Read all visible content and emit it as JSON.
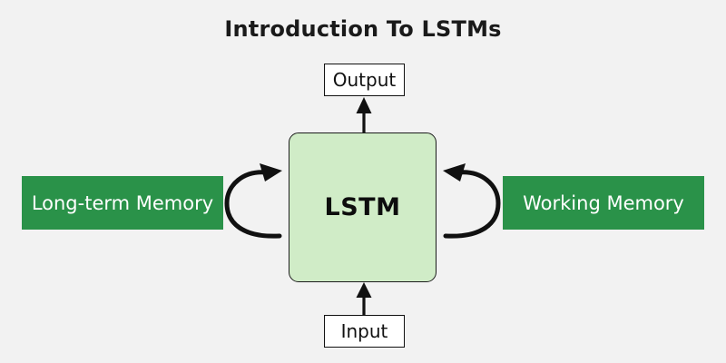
{
  "diagram": {
    "title": "Introduction To LSTMs",
    "background_color": "#f2f2f2",
    "nodes": {
      "output": {
        "label": "Output",
        "fill": "#ffffff",
        "border": "#111111",
        "text_color": "#111111"
      },
      "input": {
        "label": "Input",
        "fill": "#ffffff",
        "border": "#111111",
        "text_color": "#111111"
      },
      "lstm": {
        "label": "LSTM",
        "fill": "#d0ecc7",
        "border": "#1c1c1c",
        "text_color": "#0d0d0d"
      },
      "long_term_memory": {
        "label": "Long-term Memory",
        "fill": "#2a9249",
        "text_color": "#ffffff"
      },
      "working_memory": {
        "label": "Working Memory",
        "fill": "#2a9249",
        "text_color": "#ffffff"
      }
    },
    "edges": [
      {
        "name": "input-to-lstm",
        "from": "Input",
        "to": "LSTM",
        "style": "straight-arrow-up",
        "color": "#111111"
      },
      {
        "name": "lstm-to-output",
        "from": "LSTM",
        "to": "Output",
        "style": "straight-arrow-up",
        "color": "#111111"
      },
      {
        "name": "long-term-memory-loop",
        "from": "Long-term Memory",
        "to": "LSTM",
        "style": "curved-arrow-right",
        "color": "#111111"
      },
      {
        "name": "working-memory-loop",
        "from": "Working Memory",
        "to": "LSTM",
        "style": "curved-arrow-left",
        "color": "#111111"
      }
    ]
  }
}
